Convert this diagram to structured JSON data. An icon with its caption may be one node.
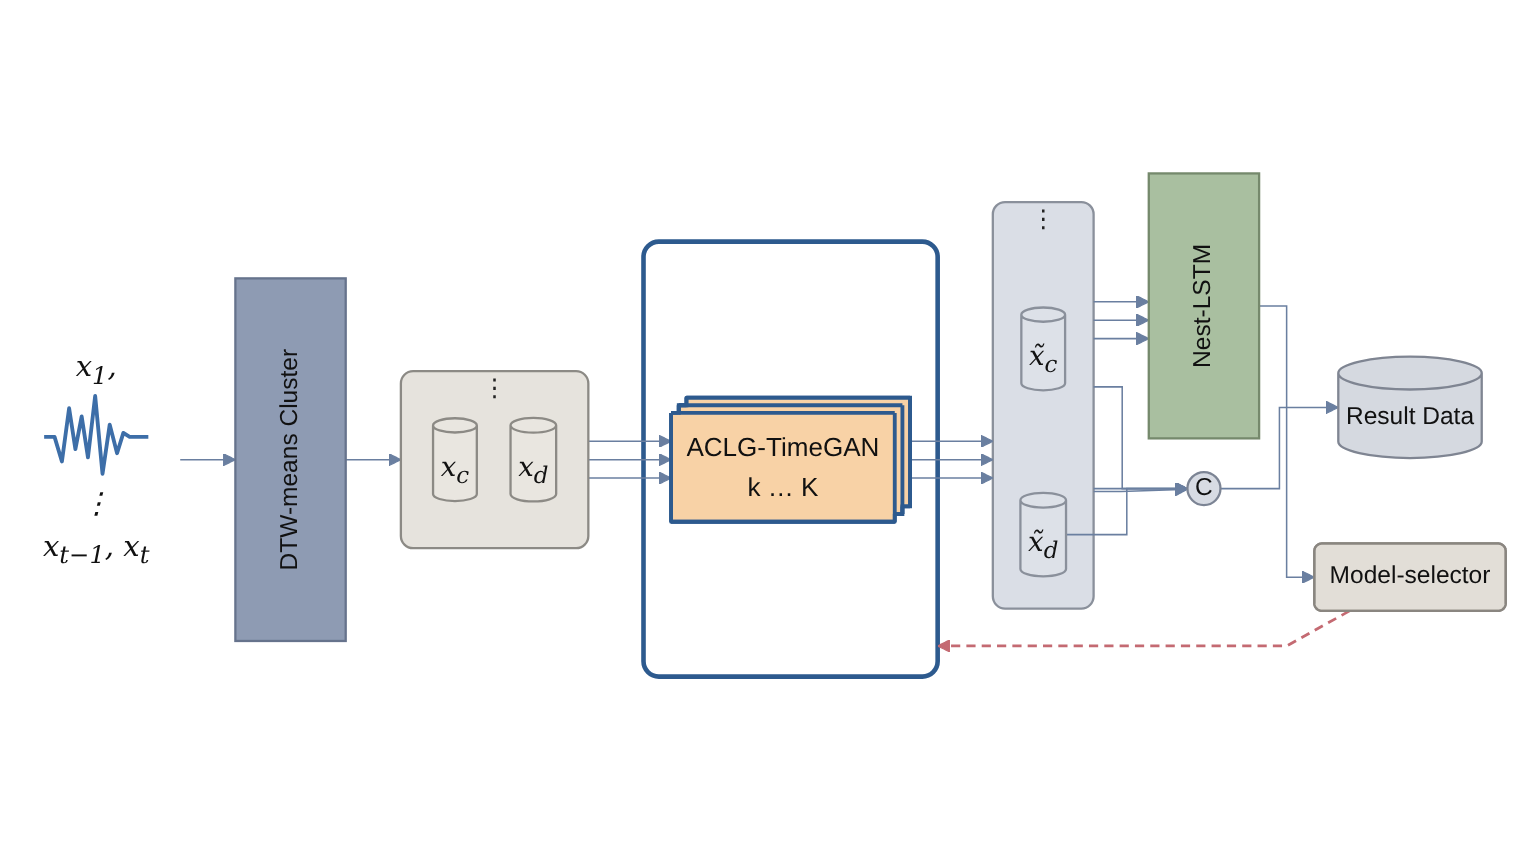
{
  "diagram": {
    "nodes": [
      {
        "text": [
          "x$_{1}$,",
          "⋮",
          "x$_{t−1}$, x$_{t}$"
        ]
      },
      {
        "text": [
          "DTW-means Cluster"
        ]
      },
      {
        "text": [
          "⋮"
        ]
      },
      {
        "text": [
          "x$_{c}$"
        ],
        "in": 2
      },
      {
        "text": [
          "x$_{d}$"
        ],
        "in": 2
      },
      {
        "text": [],
        "shape": "box"
      },
      {
        "text": [
          "ACLG-TimeGAN",
          "k … K"
        ],
        "in": 5
      },
      {
        "text": [
          "⋮"
        ]
      },
      {
        "text": [
          "x̃$_{c}$"
        ],
        "in": 7
      },
      {
        "text": [
          "x̃$_{d}$"
        ],
        "in": 7
      },
      {
        "text": [
          "C"
        ]
      },
      {
        "text": [
          "Result Data"
        ]
      },
      {
        "text": [
          "Model-selector"
        ]
      },
      {
        "text": [
          "Nest-LSTM"
        ]
      }
    ],
    "edges": [
      {
        "from": 0,
        "to": 1,
        "arrow": "to"
      },
      {
        "from": 1,
        "to": 2,
        "arrow": "to"
      },
      {
        "from": 2,
        "to": 6,
        "arrow": "to"
      },
      {
        "from": 2,
        "to": 6,
        "arrow": "to"
      },
      {
        "from": 2,
        "to": 6,
        "arrow": "to"
      },
      {
        "from": 6,
        "to": 7,
        "arrow": "to"
      },
      {
        "from": 6,
        "to": 7,
        "arrow": "to"
      },
      {
        "from": 6,
        "to": 7,
        "arrow": "to"
      },
      {
        "from": 7,
        "to": 13,
        "arrow": "to"
      },
      {
        "from": 7,
        "to": 13,
        "arrow": "to"
      },
      {
        "from": 7,
        "to": 13,
        "arrow": "to"
      },
      {
        "from": 7,
        "to": 10,
        "arrow": "to"
      },
      {
        "from": 7,
        "to": 10,
        "arrow": "to"
      },
      {
        "from": 7,
        "to": 10,
        "arrow": "to"
      },
      {
        "from": 9,
        "to": 10,
        "arrow": "to"
      },
      {
        "from": 10,
        "to": 11,
        "arrow": "to"
      },
      {
        "from": 13,
        "to": 12,
        "arrow": "to"
      },
      {
        "from": 12,
        "to": 5,
        "arrow": "to",
        "style": "dashed",
        "color": "#c46a72"
      }
    ]
  }
}
